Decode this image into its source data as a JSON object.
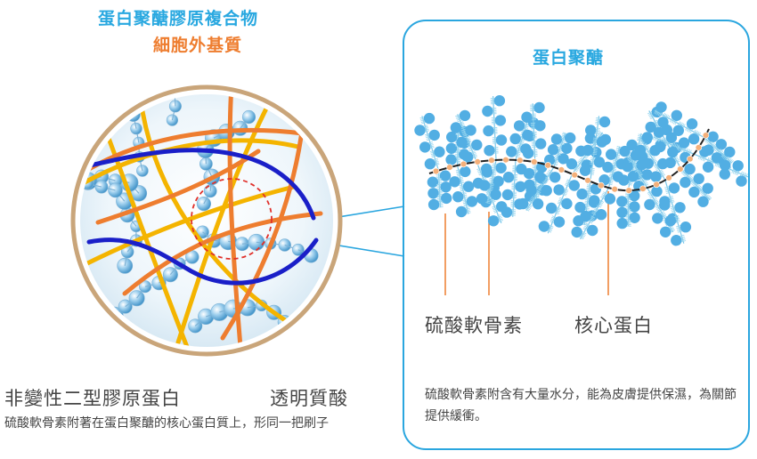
{
  "title_main": "蛋白聚醣膠原複合物",
  "title_sub": "細胞外基質",
  "panel": {
    "title": "蛋白聚醣",
    "label_chondroitin": "硫酸軟骨素",
    "label_core_protein": "核心蛋白",
    "description": "硫酸軟骨素附含有大量水分，能為皮膚提供保濕，為關節提供緩衝。"
  },
  "left": {
    "label_collagen": "非變性二型膠原蛋白",
    "label_hyaluronic": "透明質酸",
    "description": "硫酸軟骨素附著在蛋白聚醣的核心蛋白質上，形同一把刷子"
  },
  "colors": {
    "brand_blue": "#29a8e0",
    "accent_orange": "#ee7d2f",
    "hyaluronic_blue": "#1a1fc8",
    "collagen_yellow": "#f4b400",
    "ring_tan": "#c9a57a"
  }
}
